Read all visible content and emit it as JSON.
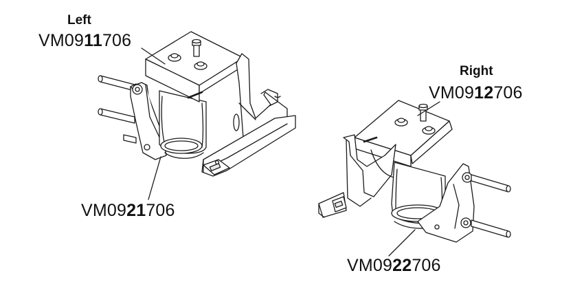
{
  "labels": {
    "left": {
      "heading": "Left",
      "upper_part": {
        "prefix": "VM09",
        "bold": "11",
        "suffix": "706"
      },
      "lower_part": {
        "prefix": "VM09",
        "bold": "21",
        "suffix": "706"
      }
    },
    "right": {
      "heading": "Right",
      "upper_part": {
        "prefix": "VM09",
        "bold": "12",
        "suffix": "706"
      },
      "lower_part": {
        "prefix": "VM09",
        "bold": "22",
        "suffix": "706"
      }
    }
  },
  "colors": {
    "line": "#1a1a1a",
    "fill": "#ffffff",
    "shade": "#e9e9e9"
  }
}
